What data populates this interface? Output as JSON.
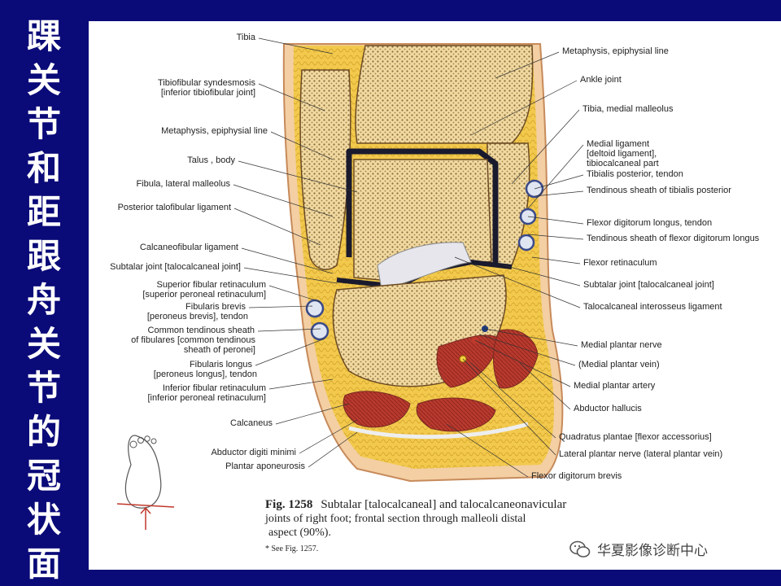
{
  "title_chars": [
    "踝",
    "关",
    "节",
    "和",
    "距",
    "跟",
    "舟",
    "关",
    "节",
    "的",
    "冠",
    "状",
    "面"
  ],
  "labels_left": [
    "Tibia",
    "Tibiofibular syndesmosis",
    "[inferior tibiofibular joint]",
    "Metaphysis, epiphysial line",
    "Talus , body",
    "Fibula, lateral malleolus",
    "Posterior talofibular ligament",
    "Calcaneofibular ligament",
    "Subtalar joint [talocalcaneal joint]",
    "Superior fibular retinaculum",
    "[superior peroneal retinaculum]",
    "Fibularis brevis",
    "[peroneus brevis], tendon",
    "Common tendinous sheath",
    "of fibulares [common tendinous",
    "sheath of peronei]",
    "Fibularis longus",
    "[peroneus longus], tendon",
    "Inferior fibular retinaculum",
    "[inferior peroneal retinaculum]",
    "Calcaneus",
    "Abductor digiti minimi",
    "Plantar aponeurosis"
  ],
  "labels_right": [
    "Metaphysis, epiphysial line",
    "Ankle joint",
    "Tibia, medial malleolus",
    "Medial ligament",
    "[deltoid ligament],",
    "tibiocalcaneal part",
    "Tibialis posterior, tendon",
    "Tendinous sheath of tibialis posterior",
    "Flexor digitorum longus, tendon",
    "Tendinous sheath of flexor digitorum longus",
    "Flexor retinaculum",
    "Subtalar joint [talocalcaneal joint]",
    "Talocalcaneal interosseus ligament",
    "Medial plantar nerve",
    "(Medial plantar vein)",
    "Medial plantar artery",
    "Abductor hallucis",
    "Quadratus plantae [flexor accessorius]",
    "Lateral plantar nerve (lateral plantar vein)",
    "Flexor digitorum brevis"
  ],
  "caption": {
    "fig": "Fig. 1258",
    "line1": "Subtalar [talocalcaneal] and talocalcaneonavicular",
    "line2": "joints of right foot; frontal section through malleoli distal",
    "line3": "aspect (90%).",
    "note": "* See Fig. 1257."
  },
  "watermark": "华夏影像诊断中心",
  "colors": {
    "background": "#0a0a78",
    "bone": "#f1dba3",
    "cartilage": "#1a1a2e",
    "muscle": "#c0392b",
    "fat": "#f2c94c"
  }
}
